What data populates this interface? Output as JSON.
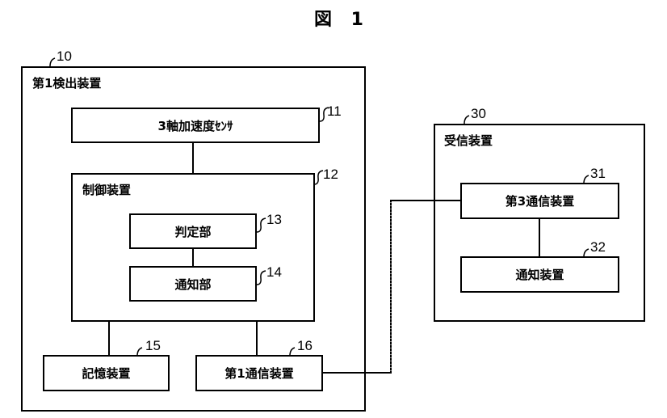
{
  "figure_title": "図 1",
  "detector": {
    "ref": "10",
    "label": "第1検出装置",
    "sensor": {
      "ref": "11",
      "label": "3軸加速度ｾﾝｻ"
    },
    "controller": {
      "ref": "12",
      "label": "制御装置",
      "judge": {
        "ref": "13",
        "label": "判定部"
      },
      "notify": {
        "ref": "14",
        "label": "通知部"
      }
    },
    "storage": {
      "ref": "15",
      "label": "記憶装置"
    },
    "comm": {
      "ref": "16",
      "label": "第1通信装置"
    }
  },
  "receiver": {
    "ref": "30",
    "label": "受信装置",
    "comm": {
      "ref": "31",
      "label": "第3通信装置"
    },
    "notify": {
      "ref": "32",
      "label": "通知装置"
    }
  }
}
